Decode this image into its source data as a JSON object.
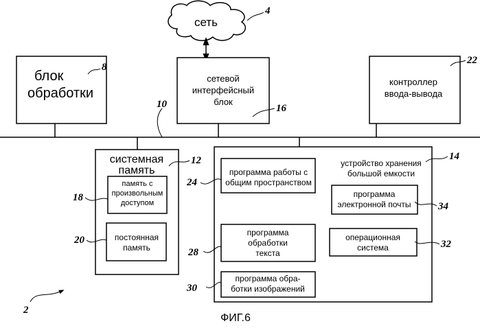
{
  "cloud": {
    "label": "сеть",
    "ref": "4"
  },
  "blocks": {
    "processing": {
      "lines": [
        "блок",
        "обработки"
      ],
      "ref": "8"
    },
    "network_interface": {
      "lines": [
        "сетевой",
        "интерфейсный",
        "блок"
      ],
      "ref": "16"
    },
    "io_controller": {
      "lines": [
        "контроллер",
        "ввода-вывода"
      ],
      "ref": "22"
    },
    "system_memory": {
      "lines": [
        "системная",
        "память"
      ],
      "ref": "12"
    },
    "ram": {
      "lines": [
        "память с",
        "произвольным",
        "доступом"
      ],
      "ref": "18"
    },
    "rom": {
      "lines": [
        "постоянная",
        "память"
      ],
      "ref": "20"
    },
    "mass_storage": {
      "lines": [
        "устройство хранения",
        "большой емкости"
      ],
      "ref": "14"
    },
    "shared_space_program": {
      "lines": [
        "программа работы с",
        "общим пространством"
      ],
      "ref": "24"
    },
    "email_program": {
      "lines": [
        "программа",
        "электронной почты"
      ],
      "ref": "34"
    },
    "text_program": {
      "lines": [
        "программа",
        "обработки",
        "текста"
      ],
      "ref": "28"
    },
    "operating_system": {
      "lines": [
        "операционная",
        "система"
      ],
      "ref": "32"
    },
    "image_program": {
      "lines": [
        "программа обра-",
        "ботки изображений"
      ],
      "ref": "30"
    }
  },
  "bus": {
    "ref": "10"
  },
  "system_ref": "2",
  "caption": "ФИГ.6"
}
